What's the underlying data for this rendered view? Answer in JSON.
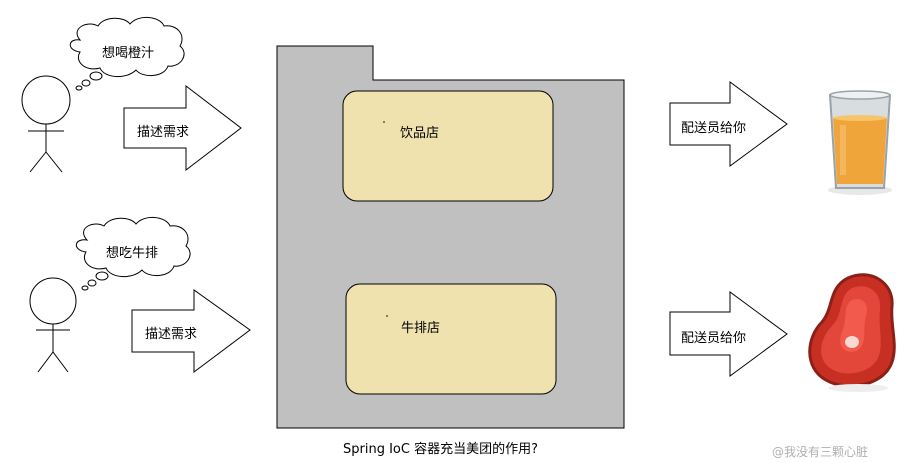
{
  "people": [
    {
      "thought": "想喝橙汁",
      "request": "描述需求"
    },
    {
      "thought": "想吃牛排",
      "request": "描述需求"
    }
  ],
  "stores": [
    "饮品店",
    "牛排店"
  ],
  "deliveries": [
    "配送员给你",
    "配送员给你"
  ],
  "caption": "Spring IoC 容器充当美团的作用?",
  "watermark": "@我没有三颗心脏",
  "colors": {
    "container": "#c0c0c0",
    "store_fill": "#efe2ae",
    "stroke": "#000000"
  }
}
